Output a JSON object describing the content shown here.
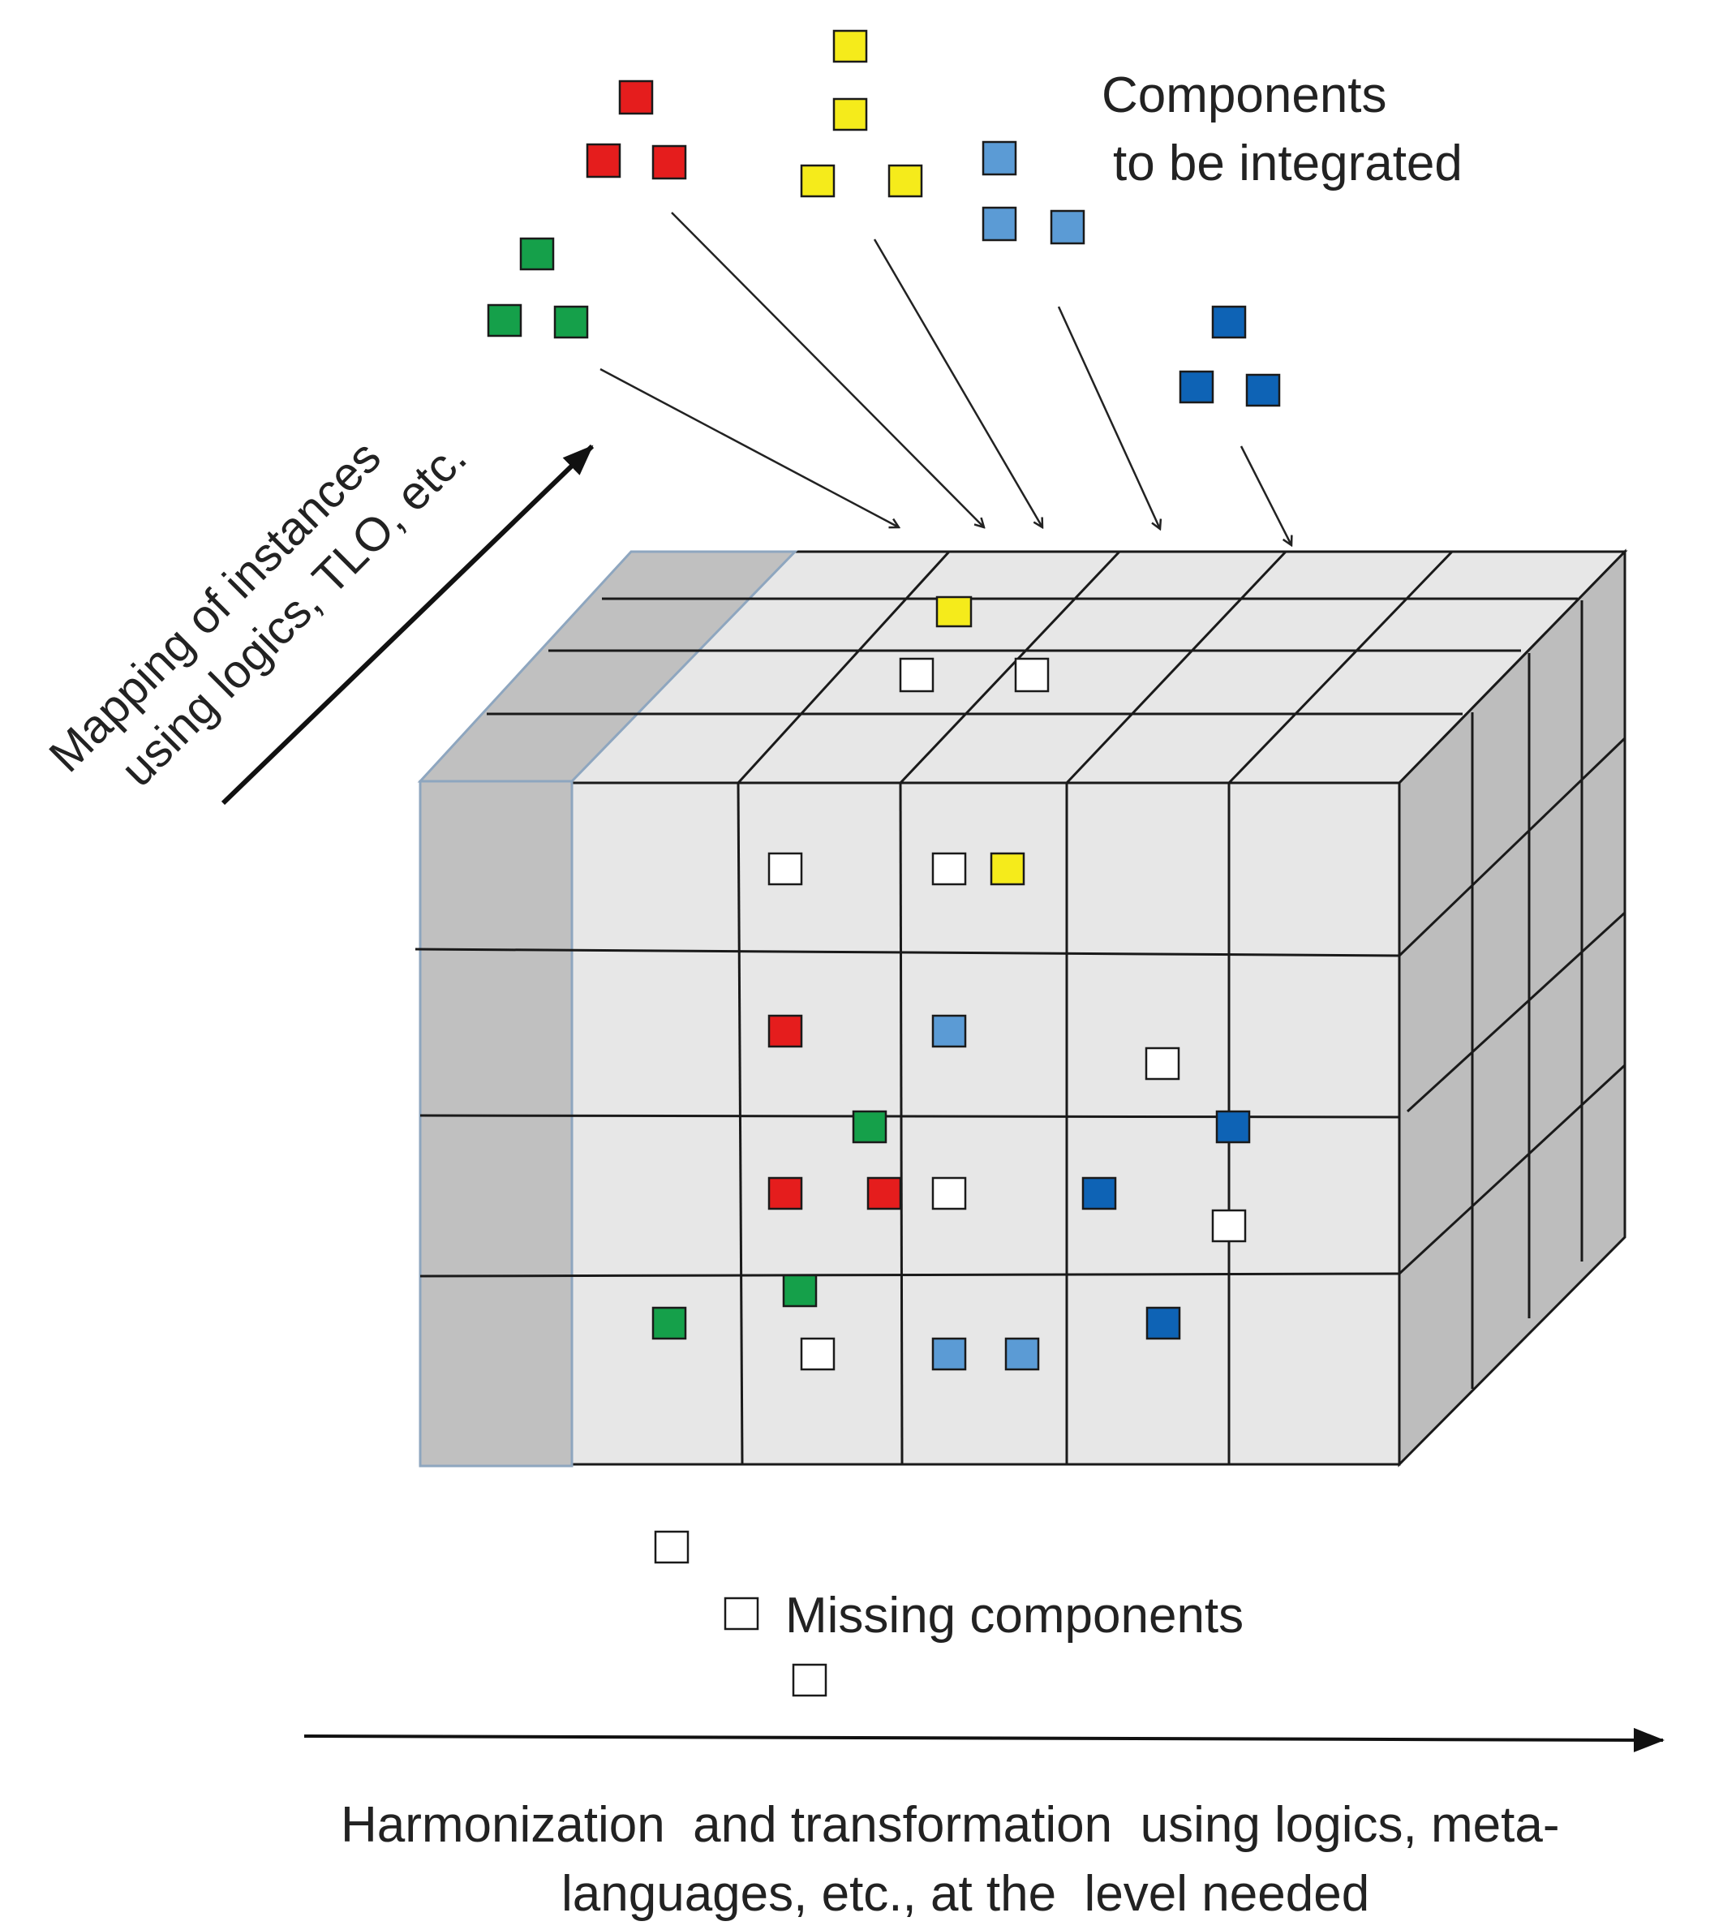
{
  "labels": {
    "components_line1": "Components",
    "components_line2": "to be integrated",
    "missing": "Missing components",
    "mapping_line1": "Mapping of instances",
    "mapping_line2": "using logics, TLO, etc.",
    "harmon_line1": "Harmonization  and transformation  using logics, meta-",
    "harmon_line2": "languages, etc., at the  level needed"
  },
  "colors": {
    "red": "#e51d1d",
    "yellow": "#f5eb1b",
    "green": "#15a04a",
    "light_blue": "#5b9bd5",
    "dark_blue": "#0e63b5",
    "empty": "#ffffff",
    "cube_face": "#e7e7e7",
    "cube_side": "#bdbdbd",
    "cube_slab": "#c0c0c0",
    "slab_edge": "#8ea6bf"
  },
  "component_groups": [
    "green",
    "red",
    "yellow",
    "light_blue",
    "dark_blue"
  ],
  "legend": {
    "components": "Components to be integrated",
    "missing": "Missing components"
  }
}
